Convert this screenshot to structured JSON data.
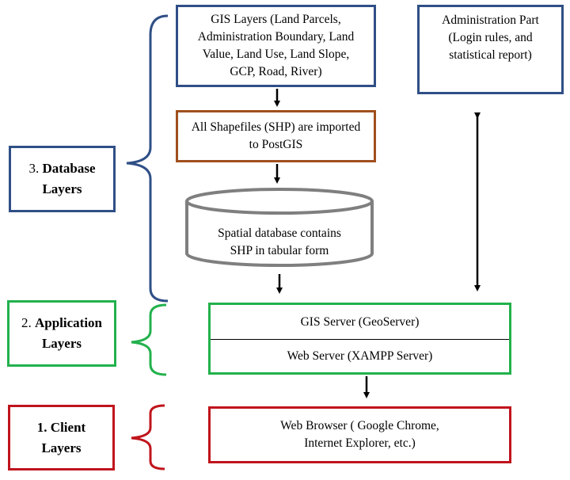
{
  "colors": {
    "database": "#2f4f86",
    "application": "#22b14c",
    "client": "#c0141c",
    "import_box": "#a0501e",
    "cylinder": "#7f7f7f",
    "arrow": "#000000"
  },
  "layers": {
    "database": {
      "number": "3.",
      "name_line1": "Database",
      "name_line2": "Layers"
    },
    "application": {
      "number": "2.",
      "name_line1": "Application",
      "name_line2": "Layers"
    },
    "client": {
      "number": "1.",
      "name_line1": "Client",
      "name_line2": "Layers"
    }
  },
  "boxes": {
    "gis_layers": "GIS Layers (Land Parcels,\nAdministration Boundary, Land\nValue, Land Use, Land Slope,\nGCP, Road, River)",
    "admin_part": "Administration Part\n(Login rules, and\nstatistical report)",
    "shapefiles": "All Shapefiles (SHP) are imported\nto PostGIS",
    "spatial_db": "Spatial database contains\nSHP in tabular form",
    "gis_server": "GIS Server (GeoServer)",
    "web_server": "Web Server (XAMPP Server)",
    "web_browser": "Web Browser  ( Google Chrome,\nInternet Explorer, etc.)"
  }
}
